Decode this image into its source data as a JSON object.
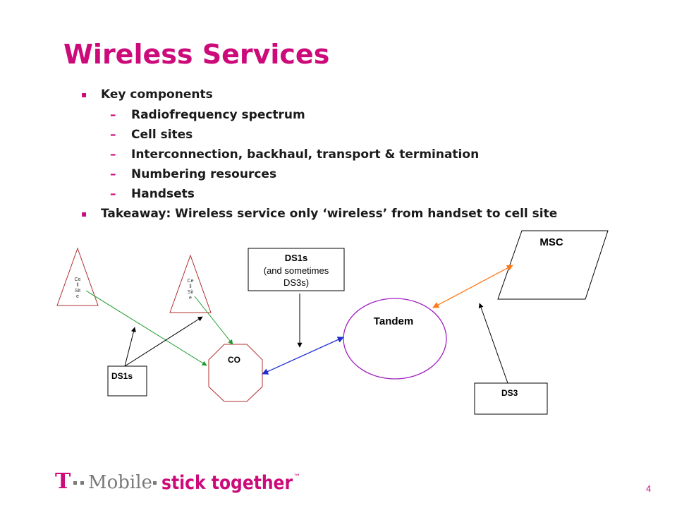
{
  "slide": {
    "title": "Wireless Services",
    "bullets": [
      {
        "level": 1,
        "text": "Key components"
      },
      {
        "level": 2,
        "text": "Radiofrequency spectrum"
      },
      {
        "level": 2,
        "text": "Cell sites"
      },
      {
        "level": 2,
        "text": "Interconnection, backhaul, transport & termination"
      },
      {
        "level": 2,
        "text": "Numbering resources"
      },
      {
        "level": 2,
        "text": "Handsets"
      },
      {
        "level": 1,
        "text": "Takeaway:  Wireless service only ‘wireless’ from handset to cell site"
      }
    ],
    "bullet_marker": "▪",
    "dash_marker": "–",
    "page_number": "4"
  },
  "diagram": {
    "cell_site_1": [
      "Ce",
      "ll",
      "Sit",
      "e"
    ],
    "cell_site_2": [
      "Ce",
      "ll",
      "Sit",
      "e"
    ],
    "ds1s_box_top": [
      "DS1s",
      "(and sometimes",
      "DS3s)"
    ],
    "ds1s_box_bottom": "DS1s",
    "co_label": "CO",
    "tandem_label": "Tandem",
    "msc_label": "MSC",
    "ds3_label": "DS3"
  },
  "brand": {
    "logo_letter": "T",
    "mobile": "Mobile",
    "tagline": "stick together",
    "trademark": "™"
  },
  "colors": {
    "magenta": "#cc0a7a",
    "green": "#1a9a2a",
    "blue": "#1f2fd0",
    "orange": "#ff7a1a",
    "co_border": "#b03030",
    "tandem_border": "#a020c0"
  }
}
